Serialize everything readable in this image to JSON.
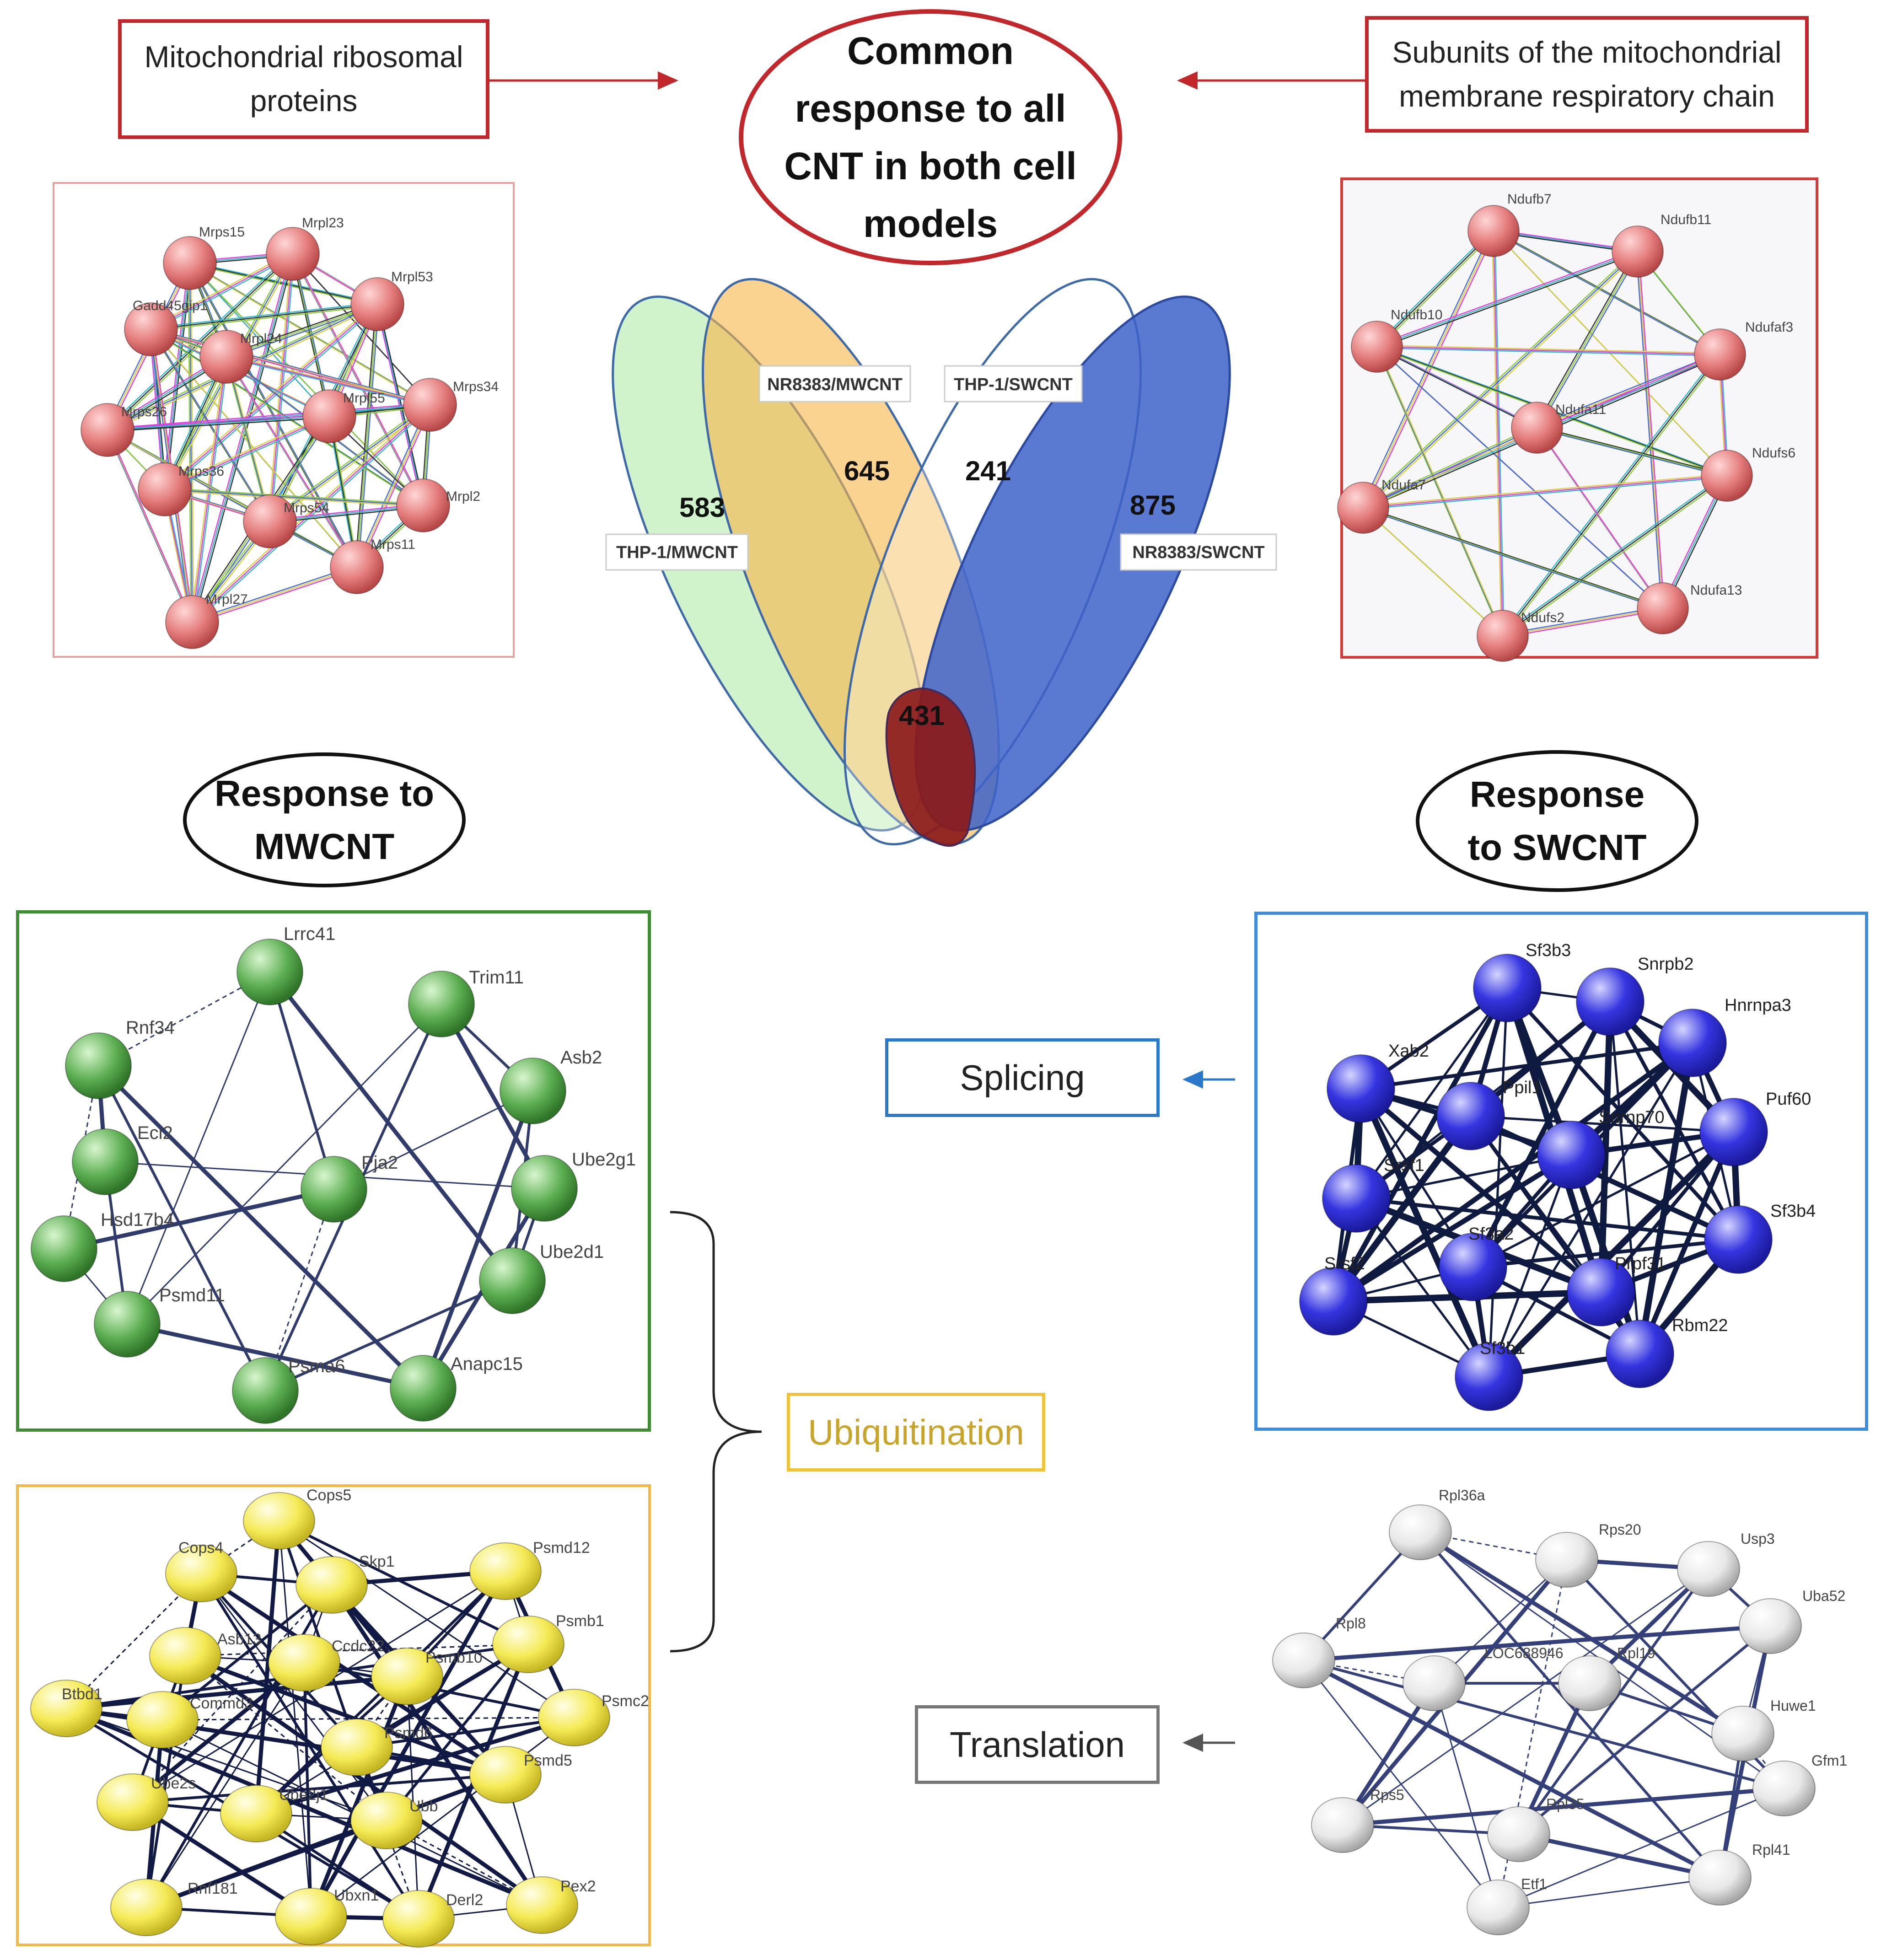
{
  "center": {
    "title": "Common\nresponse to all\nCNT in both cell\nmodels",
    "ribosomal_box": "Mitochondrial ribosomal\nproteins",
    "respiratory_box": "Subunits of the mitochondrial\nmembrane respiratory chain"
  },
  "venn": {
    "sets": [
      {
        "label": "THP-1/MWCNT",
        "count": "583",
        "color": "#c9f1c2"
      },
      {
        "label": "NR8383/MWCNT",
        "count": "645",
        "color": "#f7b648"
      },
      {
        "label": "THP-1/SWCNT",
        "count": "241",
        "color": "#ffffff"
      },
      {
        "label": "NR8383/SWCNT",
        "count": "875",
        "color": "#3d62c9"
      }
    ],
    "intersection_all": "431",
    "intersection_color": "#8b1a1a"
  },
  "sections": {
    "mwcnt": "Response to\nMWCNT",
    "swcnt": "Response\nto SWCNT",
    "splicing": "Splicing",
    "ubiquitination": "Ubiquitination",
    "translation": "Translation"
  },
  "networks": {
    "ribosomal": {
      "color": "#e48b8b",
      "nodes": [
        "Mrps15",
        "Mrpl23",
        "Mrpl53",
        "Gadd45gip1",
        "Mrpl24",
        "Mrps34",
        "Mrps26",
        "Mrpl55",
        "Mrps36",
        "Mrpl2",
        "Mrps54",
        "Mrps11",
        "Mrpl27"
      ]
    },
    "respiratory": {
      "color": "#d86b6b",
      "nodes": [
        "Ndufb7",
        "Ndufb11",
        "Ndufb10",
        "Ndufaf3",
        "Ndufa11",
        "Ndufs6",
        "Ndufa7",
        "Ndufa13",
        "Ndufs2"
      ]
    },
    "mwcnt_green": {
      "color": "#5cae52",
      "nodes": [
        "Lrrc41",
        "Trim11",
        "Rnf34",
        "Asb2",
        "Eci2",
        "Pja2",
        "Ube2g1",
        "Hsd17b4",
        "Ube2d1",
        "Psmd11",
        "Psma6",
        "Anapc15"
      ]
    },
    "mwcnt_yellow": {
      "color": "#f2e64a",
      "nodes": [
        "Cops5",
        "Cops4",
        "Skp1",
        "Psmd12",
        "Psmb1",
        "Asb13",
        "Ccdc22",
        "Psmb10",
        "Btbd1",
        "Commd3",
        "Psmc2",
        "Psmd6",
        "Psmd5",
        "Ube2s",
        "Ube2j1",
        "Ubb",
        "Rnf181",
        "Ubxn1",
        "Derl2",
        "Pex2"
      ]
    },
    "swcnt_blue": {
      "color": "#3b3bd6",
      "nodes": [
        "Sf3b3",
        "Snrpb2",
        "Hnrnpa3",
        "Xab2",
        "Ppil1",
        "Puf60",
        "Snrnp70",
        "Srsf1",
        "Sf3b4",
        "Sf3a2",
        "Srsf2",
        "Prpf31",
        "Rbm22",
        "Sf3b1"
      ]
    },
    "swcnt_white": {
      "color": "#e6e6e6",
      "nodes": [
        "Rpl36a",
        "Rps20",
        "Usp3",
        "Uba52",
        "Rpl8",
        "LOC688946",
        "Rpl19",
        "Huwe1",
        "Gfm1",
        "Rps5",
        "Rpl35",
        "Rpl41",
        "Etf1"
      ]
    }
  }
}
